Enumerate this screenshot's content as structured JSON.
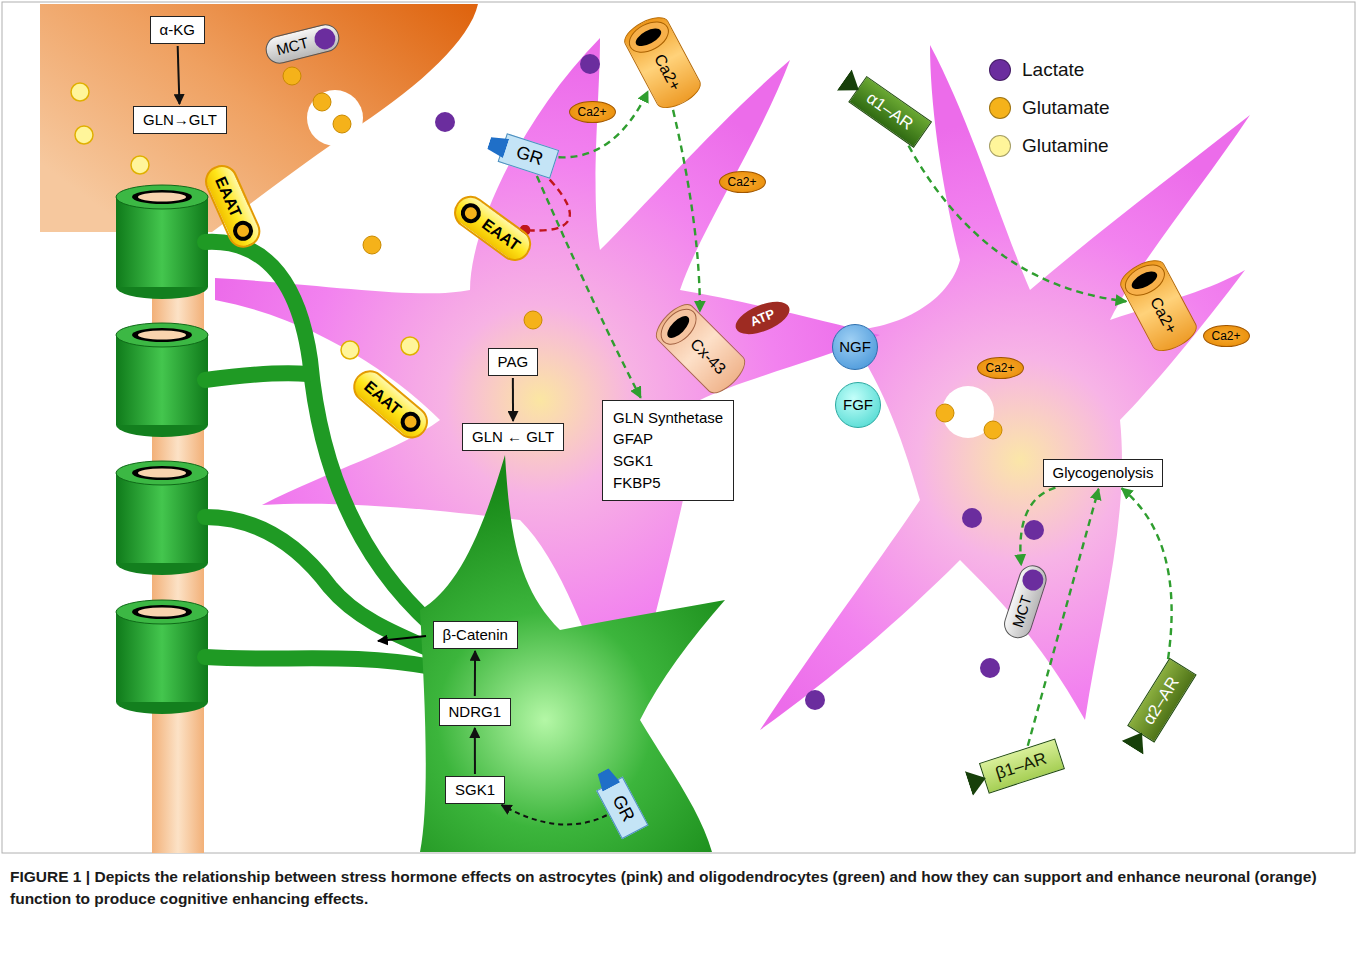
{
  "diagram": {
    "caption": "FIGURE 1 | Depicts the relationship between stress hormone effects on astrocytes (pink) and oligodendrocytes (green) and how they can support and enhance neuronal (orange) function to produce cognitive enhancing effects.",
    "nodes": [
      {
        "text": [
          "α-KG"
        ]
      },
      {
        "text": [
          "GLN→GLT"
        ]
      },
      {
        "text": [
          "MCT"
        ]
      },
      {
        "text": [
          "GR"
        ]
      },
      {
        "text": [
          "Ca2+"
        ]
      },
      {
        "text": [
          "EAAT"
        ]
      },
      {
        "text": [
          "EAAT"
        ]
      },
      {
        "text": [
          "EAAT"
        ]
      },
      {
        "text": [
          "Cx-43"
        ]
      },
      {
        "text": [
          "ATP"
        ]
      },
      {
        "text": [
          "NGF"
        ]
      },
      {
        "text": [
          "FGF"
        ]
      },
      {
        "text": [
          "PAG"
        ]
      },
      {
        "text": [
          "GLN ← GLT"
        ]
      },
      {
        "text": [
          "GLN Synthetase",
          "GFAP",
          "SGK1",
          "FKBP5"
        ]
      },
      {
        "text": [
          "α1–AR"
        ]
      },
      {
        "text": [
          "Ca2+"
        ]
      },
      {
        "text": [
          "Glycogenolysis"
        ]
      },
      {
        "text": [
          "MCT"
        ]
      },
      {
        "text": [
          "α2–AR"
        ]
      },
      {
        "text": [
          "β1–AR"
        ]
      },
      {
        "text": [
          "β-Catenin"
        ]
      },
      {
        "text": [
          "NDRG1"
        ]
      },
      {
        "text": [
          "SGK1"
        ]
      },
      {
        "text": [
          "GR"
        ]
      },
      {
        "text": [
          "Ca2+"
        ]
      },
      {
        "text": [
          "Ca2+"
        ]
      },
      {
        "text": [
          "Ca2+"
        ]
      },
      {
        "text": [
          "Ca2+"
        ]
      }
    ],
    "edges": [
      {
        "from": 0,
        "to": 1,
        "arrow": "to"
      },
      {
        "from": 12,
        "to": 13,
        "arrow": "to"
      },
      {
        "from": 3,
        "to": 4,
        "arrow": "to"
      },
      {
        "from": 3,
        "to": 5,
        "arrow": "none"
      },
      {
        "from": 3,
        "to": 14,
        "arrow": "to"
      },
      {
        "from": 4,
        "to": 8,
        "arrow": "to"
      },
      {
        "from": 15,
        "to": 16,
        "arrow": "to"
      },
      {
        "from": 17,
        "to": 18,
        "arrow": "to"
      },
      {
        "from": 20,
        "to": 17,
        "arrow": "to"
      },
      {
        "from": 19,
        "to": 17,
        "arrow": "to"
      },
      {
        "from": 24,
        "to": 23,
        "arrow": "to"
      },
      {
        "from": 23,
        "to": 22,
        "arrow": "to"
      },
      {
        "from": 22,
        "to": 21,
        "arrow": "to"
      }
    ],
    "legend": [
      {
        "text": "Lactate",
        "color": "#6b2d9e"
      },
      {
        "text": "Glutamate",
        "color": "#f5b21a"
      },
      {
        "text": "Glutamine",
        "color": "#fff59a"
      }
    ]
  }
}
